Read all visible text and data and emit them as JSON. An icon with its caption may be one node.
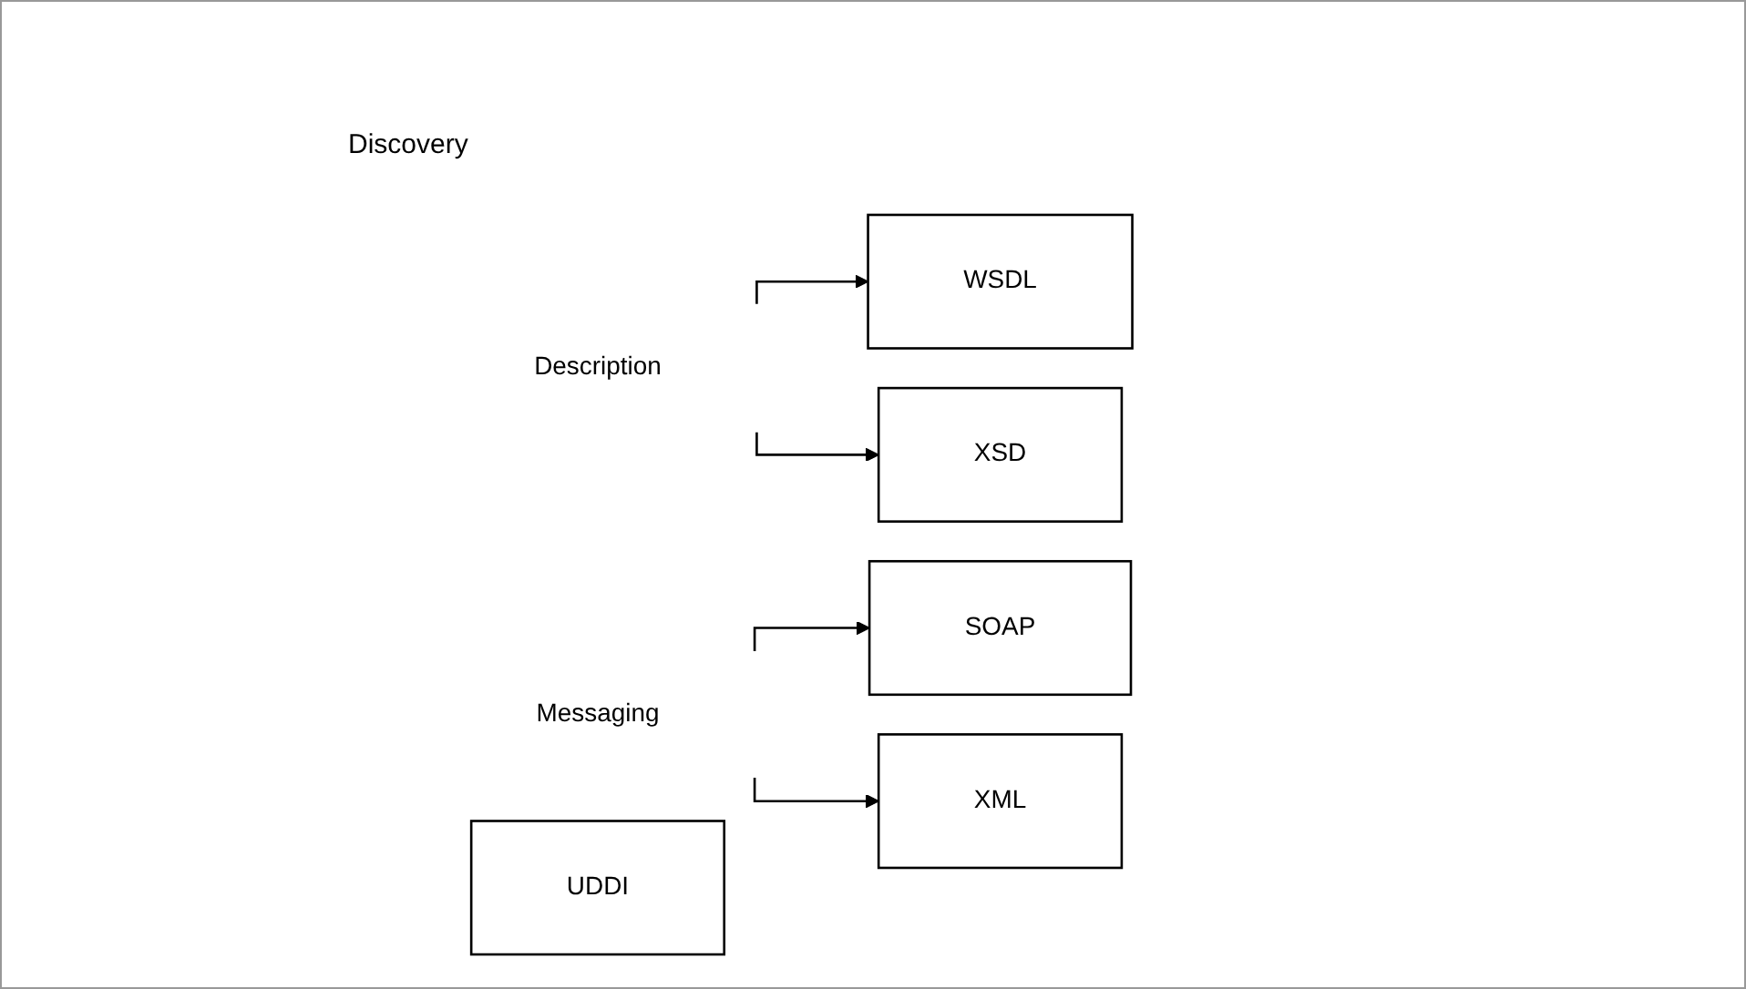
{
  "diagram": {
    "nodes": [
      {
        "text": [
          "UDDI"
        ]
      },
      {
        "text": [
          "WSDL"
        ]
      },
      {
        "text": [
          "Description"
        ]
      },
      {
        "text": [
          "XSD"
        ]
      },
      {
        "text": [
          "SOAP"
        ]
      },
      {
        "text": [
          "Messaging"
        ]
      },
      {
        "text": [
          "XML"
        ]
      }
    ],
    "edges": [
      {
        "from": 2,
        "to": 1,
        "arrow": "to"
      },
      {
        "from": 2,
        "to": 3,
        "arrow": "to"
      },
      {
        "from": 5,
        "to": 4,
        "arrow": "to"
      },
      {
        "from": 5,
        "to": 6,
        "arrow": "to"
      }
    ],
    "labels": [
      "Discovery"
    ]
  }
}
